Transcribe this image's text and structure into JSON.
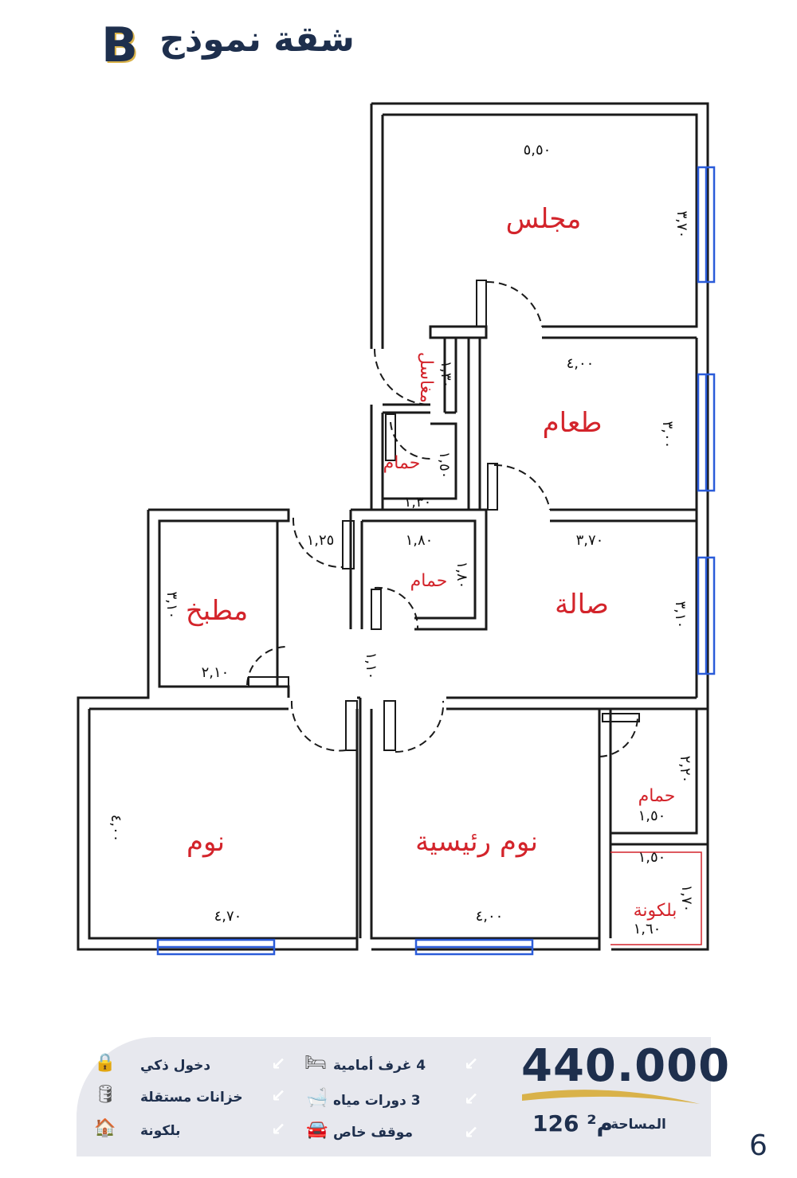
{
  "header": {
    "title": "شقة نموذج",
    "model_letter": "B"
  },
  "rooms": [
    {
      "id": "majlis",
      "label": "مجلس",
      "dims": [
        "٥,٥٠",
        "٣,٧٠"
      ]
    },
    {
      "id": "dining",
      "label": "طعام",
      "dims": [
        "٤,٠٠",
        "٣,٠٠"
      ]
    },
    {
      "id": "hall",
      "label": "صالة",
      "dims": [
        "٣,٧٠",
        "٣,١٠"
      ]
    },
    {
      "id": "kitchen",
      "label": "مطبخ",
      "dims": [
        "٢,١٠",
        "٣,١٠"
      ]
    },
    {
      "id": "bath_center",
      "label": "حمام",
      "dims": [
        "١,٨٠",
        "١,٨٠"
      ]
    },
    {
      "id": "bath_upper",
      "label": "حمام",
      "dims": [
        "١,٣٠",
        "١,٥٠"
      ]
    },
    {
      "id": "washbasin",
      "label": "مغاسل",
      "dims": [
        "١,٣٠"
      ]
    },
    {
      "id": "bedroom",
      "label": "نوم",
      "dims": [
        "٤,٧٠",
        "٤,٠٠"
      ]
    },
    {
      "id": "master",
      "label": "نوم رئيسية",
      "dims": [
        "٤,٠٠"
      ]
    },
    {
      "id": "bath_master",
      "label": "حمام",
      "dims": [
        "١,٥٠",
        "٢,٢٠"
      ]
    },
    {
      "id": "balcony",
      "label": "بلكونة",
      "dims": [
        "١,٥٠",
        "١,٦٠",
        "١,٧٠"
      ]
    }
  ],
  "corridor_dims": [
    "١,٢٥",
    "١,١٠"
  ],
  "features": {
    "col_right": [
      "4 غرف أمامية",
      "3 دورات مياه",
      "موقف خاص"
    ],
    "col_left": [
      "دخول ذكي",
      "خزانات مستقلة",
      "بلكونة"
    ]
  },
  "price": "440.000",
  "area": {
    "label": "المساحة",
    "value": "126",
    "unit": "م²"
  },
  "page_number": "6",
  "colors": {
    "title": "#1e2f4d",
    "room_label": "#d3242b",
    "window": "#2b5cd9",
    "accent": "#d9b24a",
    "panel": "#e7e8ee"
  },
  "icons": {
    "features_right": [
      "bed-icon",
      "bathtub-icon",
      "car-icon"
    ],
    "features_left": [
      "smart-lock-icon",
      "water-tank-icon",
      "balcony-icon"
    ]
  }
}
